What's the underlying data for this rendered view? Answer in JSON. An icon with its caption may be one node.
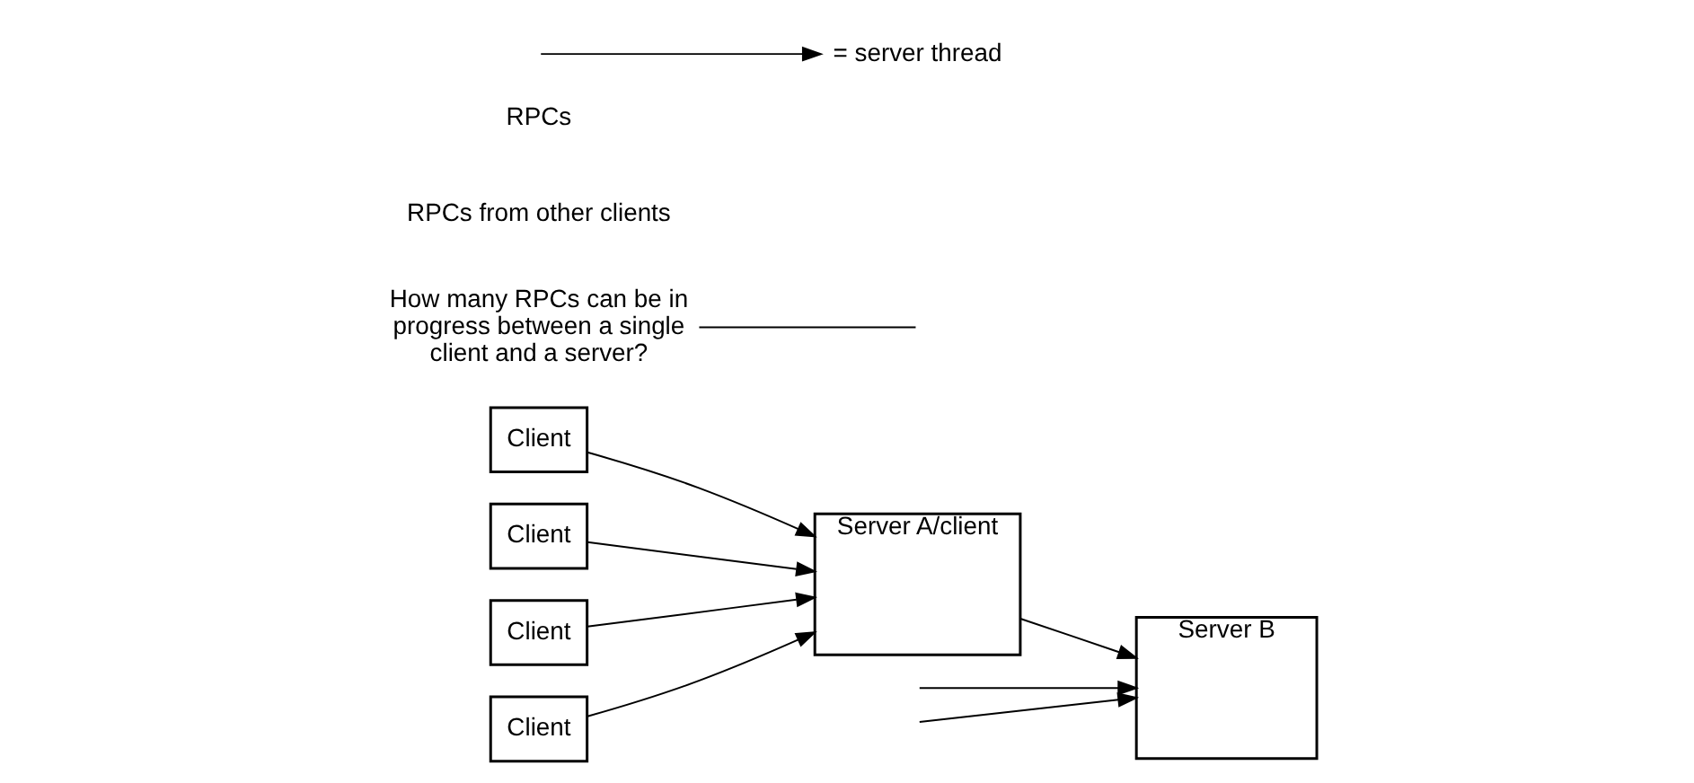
{
  "diagram": {
    "nodes": [
      {
        "text": [
          "Client"
        ]
      },
      {
        "text": [
          "Client"
        ]
      },
      {
        "text": [
          "Client"
        ]
      },
      {
        "text": [
          "Client"
        ]
      },
      {
        "text": [
          "Server A/client"
        ]
      },
      {
        "text": [
          "Server B"
        ]
      },
      {
        "text": [
          "How many RPCs can be in progress between a single client and a server?"
        ]
      }
    ],
    "edges": [
      {
        "from": 0,
        "to": 4,
        "arrow": "to"
      },
      {
        "from": 1,
        "to": 4,
        "arrow": "to"
      },
      {
        "from": 2,
        "to": 4,
        "arrow": "to"
      },
      {
        "from": 3,
        "to": 4,
        "arrow": "to"
      },
      {
        "from": 4,
        "to": 5,
        "arrow": "to"
      },
      {
        "from": null,
        "to": 5,
        "arrow": "to"
      },
      {
        "from": null,
        "to": 5,
        "arrow": "to"
      },
      {
        "from": 6,
        "to": null,
        "arrow": "none"
      }
    ],
    "labels": [
      "RPCs from other clients",
      "RPCs"
    ],
    "legend": [
      {
        "text": "= server thread"
      }
    ]
  }
}
